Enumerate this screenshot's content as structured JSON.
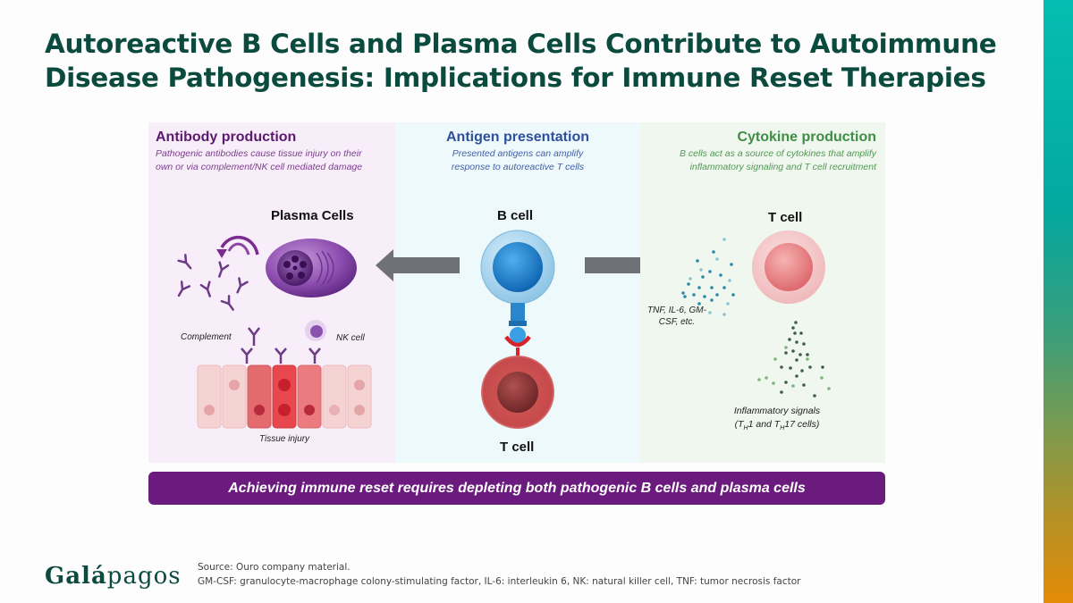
{
  "title": {
    "line1": "Autoreactive B Cells and Plasma Cells Contribute to Autoimmune",
    "line2": "Disease Pathogenesis: Implications for Immune Reset Therapies"
  },
  "panels": {
    "left": {
      "heading": "Antibody production",
      "subtitle_line1": "Pathogenic antibodies cause tissue injury on their",
      "subtitle_line2": "own or via complement/NK cell mediated damage",
      "cell_label": "Plasma Cells",
      "labels": {
        "complement": "Complement",
        "nk_cell": "NK cell",
        "tissue_injury": "Tissue injury"
      },
      "color": "#5b1a6e"
    },
    "middle": {
      "heading": "Antigen presentation",
      "subtitle_line1": "Presented antigens can amplify",
      "subtitle_line2": "response to autoreactive T cells",
      "b_cell_label": "B cell",
      "t_cell_label": "T cell",
      "color": "#2e4f9c"
    },
    "right": {
      "heading": "Cytokine production",
      "subtitle_line1": "B cells act as a source of cytokines that amplify",
      "subtitle_line2": "inflammatory signaling and T cell recruitment",
      "cell_label": "T cell",
      "cytokine_label_line1": "TNF, IL-6, GM-",
      "cytokine_label_line2": "CSF, etc.",
      "inflammatory_label_line1": "Inflammatory signals",
      "inflammatory_label_line2_parts": [
        "(T",
        "H",
        "1 and T",
        "H",
        "17 cells)"
      ],
      "color": "#3e8e43"
    }
  },
  "banner": {
    "text": "Achieving immune reset requires depleting both pathogenic B cells and plasma cells",
    "color": "#6b1a7d"
  },
  "footer": {
    "logo": {
      "bold_part": "Gal",
      "accent_char": "á",
      "rest": "pagos"
    },
    "source": "Source: Ouro company material.",
    "abbreviations": "GM-CSF: granulocyte-macrophage colony-stimulating factor, IL-6: interleukin 6, NK: natural killer cell, TNF: tumor necrosis factor"
  },
  "brand_colors": {
    "title": "#0b4a3e",
    "gradient_top": "#05bdb2",
    "gradient_bottom": "#e38b06"
  }
}
